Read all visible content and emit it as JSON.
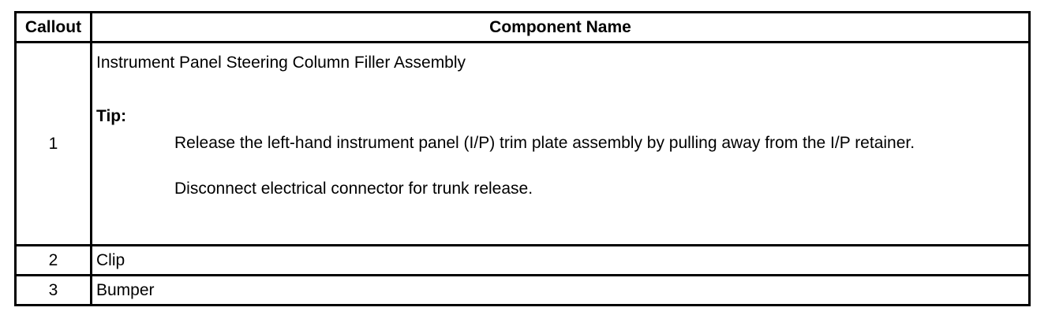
{
  "table": {
    "headers": {
      "callout": "Callout",
      "component_name": "Component Name"
    },
    "rows": [
      {
        "callout": "1",
        "name": "Instrument Panel Steering Column Filler Assembly",
        "tip_label": "Tip:",
        "tips": [
          "Release the left-hand instrument panel (I/P) trim plate assembly by pulling away from the I/P retainer.",
          "Disconnect electrical connector for trunk release."
        ]
      },
      {
        "callout": "2",
        "name": "Clip"
      },
      {
        "callout": "3",
        "name": "Bumper"
      }
    ]
  }
}
